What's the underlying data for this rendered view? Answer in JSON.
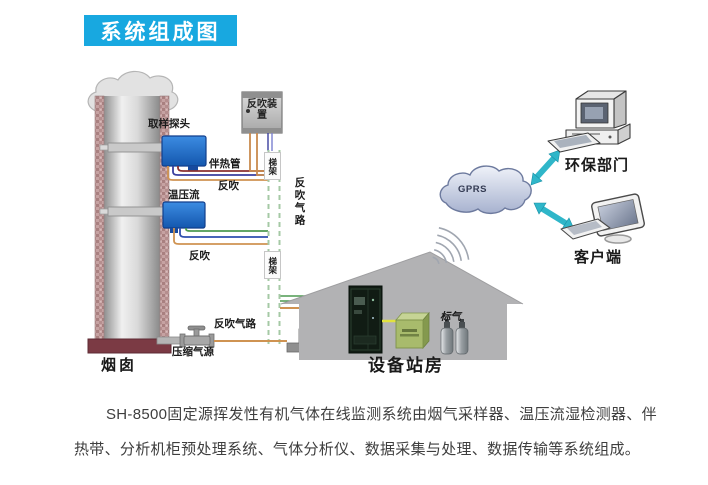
{
  "title": "系统组成图",
  "stack": {
    "label": "烟囱",
    "probe_label": "取样探头",
    "tpf_label": "温压流",
    "heat_pipe_label": "伴热管",
    "blowback_label_upper": "反吹",
    "blowback_label_lower": "反吹"
  },
  "blowback_device": {
    "label": "反吹装置"
  },
  "tray": {
    "tag_top": "梯架",
    "tag_bottom": "梯架",
    "gas_path_vertical": "反吹气路"
  },
  "air_line": {
    "gas_path_label": "反吹气路",
    "compressed_air_label": "压缩气源"
  },
  "station": {
    "label": "设备站房",
    "std_gas_label": "标气"
  },
  "network": {
    "cloud_label": "GPRS"
  },
  "terminals": {
    "epa_label": "环保部门",
    "client_label": "客户端"
  },
  "description": {
    "line1": "SH-8500固定源挥发性有机气体在线监测系统由烟气采样器、温压流湿检测器、伴",
    "line2": "热带、分析机柜预处理系统、气体分析仪、数据采集与处理、数据传输等系统组成。"
  },
  "colors": {
    "banner_blue": "#18a8e0",
    "sensor_blue": "#1e72c8",
    "arrow_teal": "#2fb6c9",
    "heat_pipe_red": "#8b3030",
    "signal_blue": "#2f4fae",
    "air_orange": "#cf9352",
    "sample_green": "#4d9a50",
    "house_gray": "#b2b2b4",
    "chimney_base_maroon": "#7b3a44"
  }
}
